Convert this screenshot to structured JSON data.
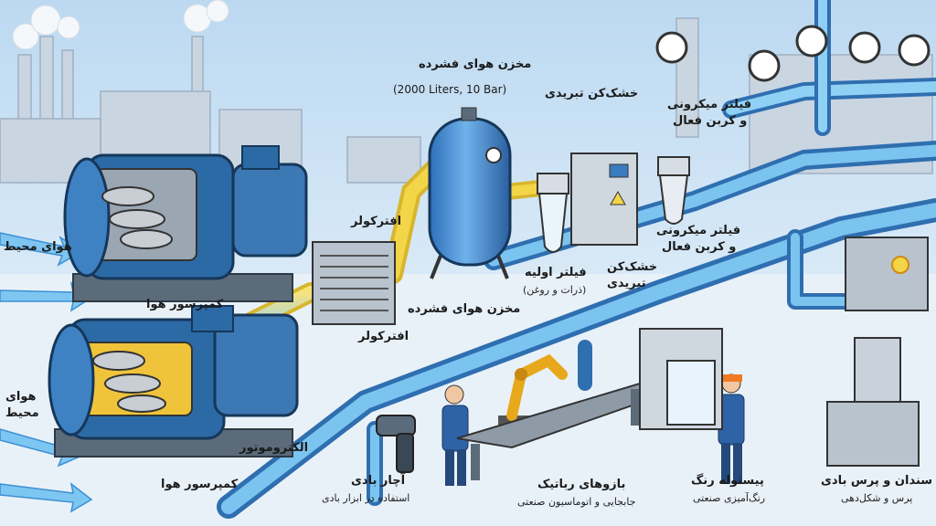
{
  "labels": {
    "tank_title": "مخزن هوای فشرده",
    "tank_spec": "(2000 Liters, 10 Bar)",
    "dryer_top": "خشک‌کن تبریدی",
    "filter_top_1": "فیلتر میکرونی",
    "filter_top_2": "و کربن فعال",
    "ambient_air_top": "هوای محیط",
    "aftercooler_top": "افترکولر",
    "compressor_top": "کمپرسور هوا",
    "filter_mid_1": "فیلتر میکرونی",
    "filter_mid_2": "و کربن فعال",
    "dryer_mid_1": "خشک‌کن",
    "dryer_mid_2": "تبریدی",
    "primary_filter": "فیلتر اولیه",
    "primary_filter_sub": "(ذرات و روغن)",
    "tank_bottom": "مخزن هوای فشرده",
    "aftercooler_bottom": "افترکولر",
    "ambient_air_bottom_1": "هوای",
    "ambient_air_bottom_2": "محیط",
    "electromotor": "الکتروموتور",
    "compressor_bottom": "کمپرسور هوا",
    "air_tool": "آچار بادی",
    "air_tool_sub": "استفاده در ابزار بادی",
    "robot_arms": "بازوهای رباتیک",
    "robot_arms_sub": "جابجایی و اتوماسیون صنعتی",
    "spray_gun": "پیستوله رنگ",
    "spray_gun_sub": "رنگ‌آمیزی صنعتی",
    "press": "سندان و پرس بادی",
    "press_sub": "پرس و شکل‌دهی"
  },
  "colors": {
    "pipe": "#3d8fd6",
    "pipe_light": "#8fd0f5",
    "hot_pipe": "#f3d548",
    "machine": "#2c6aa6",
    "factory": "#c9d5e1"
  }
}
